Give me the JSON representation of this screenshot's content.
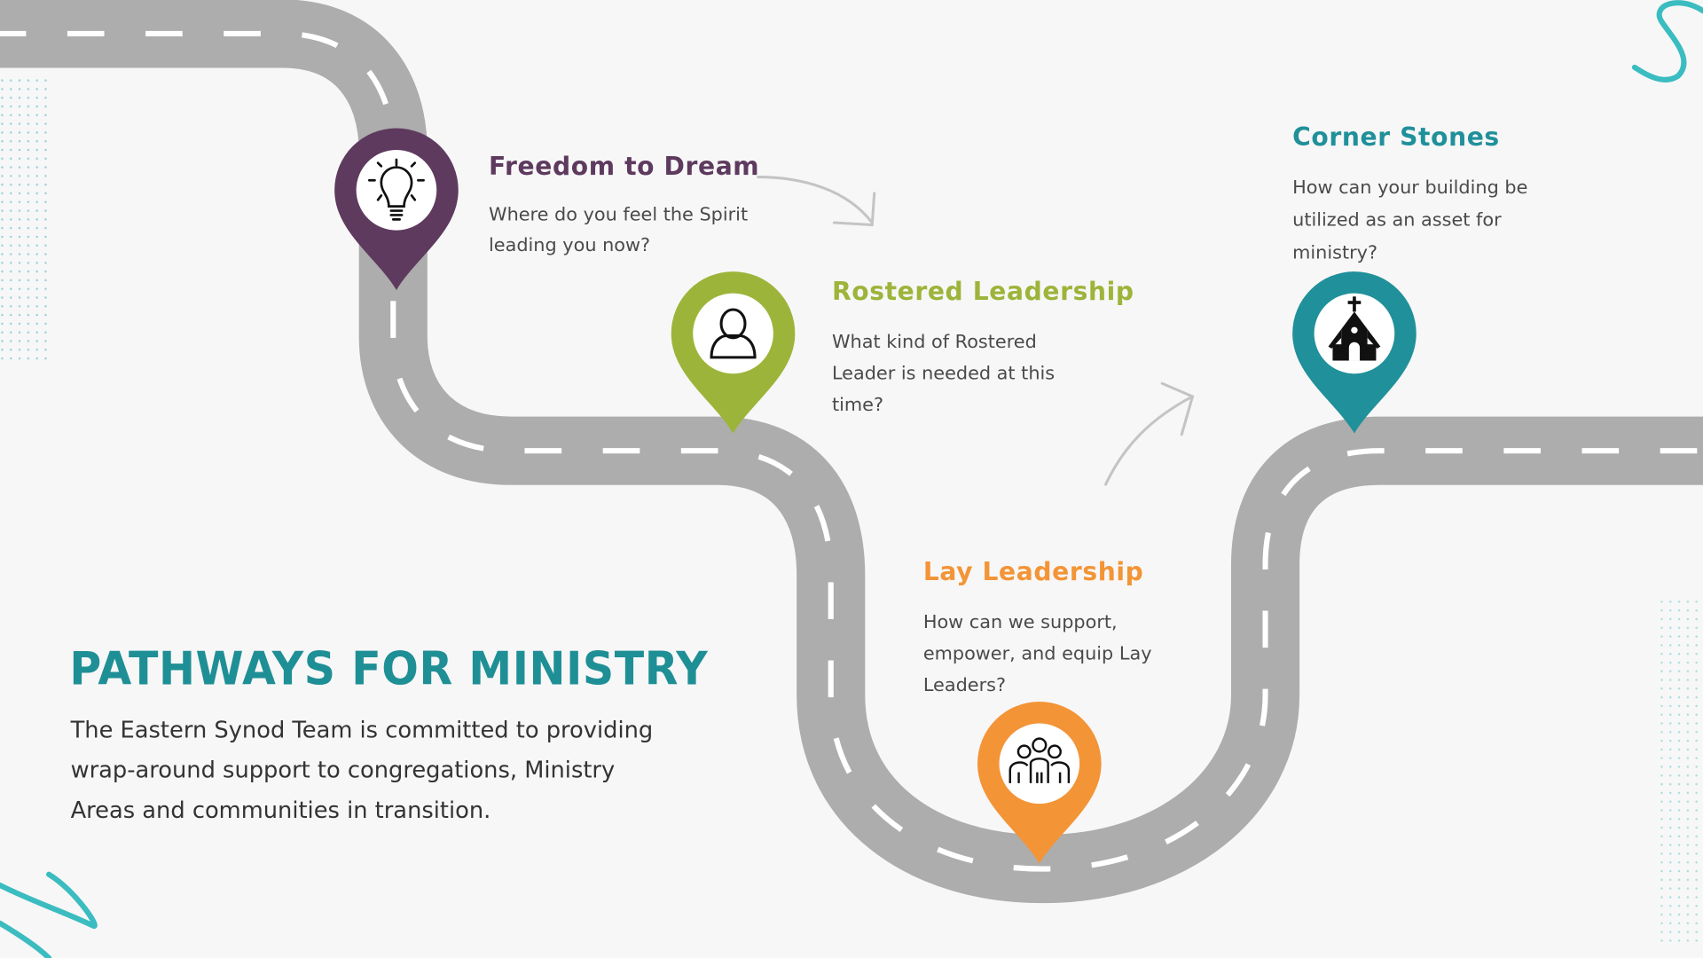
{
  "heading": "PATHWAYS FOR MINISTRY",
  "description": [
    "The Eastern Synod Team is committed to providing",
    "wrap-around support to congregations, Ministry",
    "Areas and communities in transition."
  ],
  "stops": [
    {
      "title": "Freedom to Dream",
      "color": "#5e3a5e",
      "icon": "lightbulb-icon",
      "lines": [
        "Where do you feel the Spirit",
        "leading you now?"
      ]
    },
    {
      "title": "Rostered Leadership",
      "color": "#9db43a",
      "icon": "person-icon",
      "lines": [
        "What kind of Rostered",
        "Leader is needed at this",
        "time?"
      ]
    },
    {
      "title": "Lay Leadership",
      "color": "#f39436",
      "icon": "people-icon",
      "lines": [
        "How can we support,",
        "empower, and equip Lay",
        "Leaders?"
      ]
    },
    {
      "title": "Corner Stones",
      "color": "#20909a",
      "icon": "church-icon",
      "lines": [
        "How can your building be",
        "utilized as an asset for",
        "ministry?"
      ]
    }
  ],
  "colors": {
    "road": "#adadad",
    "accent": "#1f8f96",
    "squiggle": "#3bbcc0"
  }
}
